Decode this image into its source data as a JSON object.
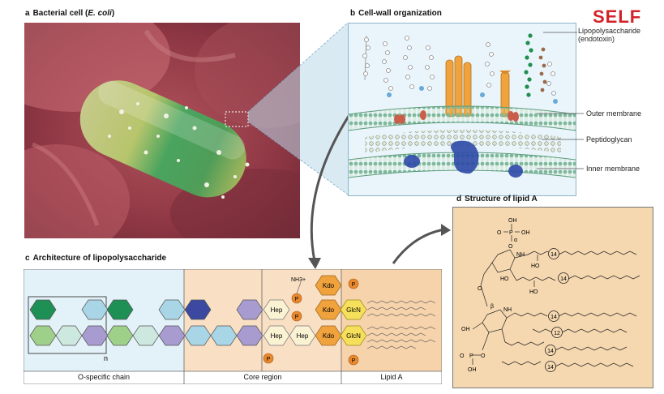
{
  "brand": {
    "logo": "SELF",
    "color": "#d2232a"
  },
  "panels": {
    "a": {
      "letter": "a",
      "title_plain": "Bacterial cell (",
      "title_italic": "E. coli",
      "title_end": ")"
    },
    "b": {
      "letter": "b",
      "title": "Cell-wall organization"
    },
    "c": {
      "letter": "c",
      "title": "Architecture of lipopolysaccharide"
    },
    "d": {
      "letter": "d",
      "title": "Structure of lipid A"
    }
  },
  "wall_callouts": {
    "lps_line1": "Lipopolysaccharide",
    "lps_line2": "(endotoxin)",
    "outer": "Outer membrane",
    "pg": "Peptidoglycan",
    "inner": "Inner membrane"
  },
  "lps": {
    "segments": [
      "O-specific chain",
      "Core region",
      "Lipid A"
    ],
    "repeat": "n",
    "units": {
      "hep": "Hep",
      "kdo": "Kdo",
      "glcn": "GlcN",
      "p": "P",
      "nh3": "NH3+"
    }
  },
  "lipidA": {
    "chain_counts": [
      "14",
      "14",
      "14",
      "12",
      "14",
      "14"
    ],
    "labels": {
      "oh": "OH",
      "o": "O",
      "p": "P",
      "alpha": "α",
      "beta": "β",
      "nh": "NH",
      "ho": "HO"
    }
  },
  "colors": {
    "o_chain_bg": "#e3f1f8",
    "core_bg": "#f9dfc4",
    "lipid_bg": "#f7d3ab",
    "kdo": "#f0a23c",
    "glcn": "#f6df5a",
    "phosphate": "#e8892e"
  }
}
